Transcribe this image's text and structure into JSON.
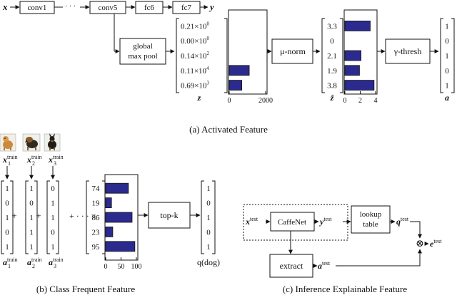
{
  "panel_a": {
    "caption": "(a) Activated Feature",
    "input": "x",
    "layers": [
      "conv1",
      "conv5",
      "fc6",
      "fc7"
    ],
    "dots": "· · ·",
    "output": "y",
    "pool_line1": "global",
    "pool_line2": "max pool",
    "z_values": [
      "0.21×10",
      "0.00×10",
      "0.14×10",
      "0.11×10",
      "0.69×10"
    ],
    "z_exps": [
      "0",
      "0",
      "2",
      "4",
      "3"
    ],
    "z_label": "z",
    "norm_box": "μ-norm",
    "zhat_values": [
      "3.3",
      "0",
      "2.1",
      "1.9",
      "3.8"
    ],
    "zhat_label": "ẑ",
    "thresh_box": "γ-thresh",
    "a_values": [
      "1",
      "0",
      "1",
      "0",
      "1"
    ],
    "a_label": "a"
  },
  "panel_b": {
    "caption": "(b) Class Frequent Feature",
    "x_labels": [
      {
        "base": "x",
        "sub": "1",
        "sup": "train"
      },
      {
        "base": "x",
        "sub": "2",
        "sup": "train"
      },
      {
        "base": "x",
        "sub": "3",
        "sup": "train"
      }
    ],
    "vectors": [
      [
        "1",
        "0",
        "1",
        "0",
        "1"
      ],
      [
        "1",
        "0",
        "1",
        "1",
        "1"
      ],
      [
        "0",
        "1",
        "1",
        "0",
        "1"
      ]
    ],
    "a_labels": [
      {
        "base": "a",
        "sub": "1",
        "sup": "train"
      },
      {
        "base": "a",
        "sub": "2",
        "sup": "train"
      },
      {
        "base": "a",
        "sub": "3",
        "sup": "train"
      }
    ],
    "plus": "+",
    "ellipsis_eq": "+ · · · =",
    "sum_values": [
      "74",
      "19",
      "86",
      "23",
      "95"
    ],
    "topk_box": "top-k",
    "q_values": [
      "1",
      "0",
      "1",
      "0",
      "1"
    ],
    "q_label": "q(dog)"
  },
  "panel_c": {
    "caption": "(c) Inference Explainable Feature",
    "x_test": {
      "base": "x",
      "sup": "test"
    },
    "caffenet": "CaffeNet",
    "y_test": {
      "base": "y",
      "sup": "test"
    },
    "lookup_line1": "lookup",
    "lookup_line2": "table",
    "q_test": {
      "base": "q",
      "sup": "test"
    },
    "otimes": "⊗",
    "e_test": {
      "base": "e",
      "sup": "test"
    },
    "extract": "extract",
    "a_test": {
      "base": "a",
      "sup": "test"
    }
  },
  "chart_data": [
    {
      "type": "bar",
      "orientation": "horizontal",
      "categories": [
        "0.21×10^0",
        "0.00×10^0",
        "0.14×10^2",
        "0.11×10^4",
        "0.69×10^3"
      ],
      "values": [
        0.21,
        0,
        14,
        1100,
        690
      ],
      "xlim": [
        0,
        2000
      ],
      "xticks": [
        "0",
        "2000"
      ]
    },
    {
      "type": "bar",
      "orientation": "horizontal",
      "categories": [
        "3.3",
        "0",
        "2.1",
        "1.9",
        "3.8"
      ],
      "values": [
        3.3,
        0,
        2.1,
        1.9,
        3.8
      ],
      "xlim": [
        0,
        4
      ],
      "xticks": [
        "0",
        "2",
        "4"
      ]
    },
    {
      "type": "bar",
      "orientation": "horizontal",
      "categories": [
        "74",
        "19",
        "86",
        "23",
        "95"
      ],
      "values": [
        74,
        19,
        86,
        23,
        95
      ],
      "xlim": [
        0,
        100
      ],
      "xticks": [
        "0",
        "50",
        "100"
      ]
    }
  ]
}
